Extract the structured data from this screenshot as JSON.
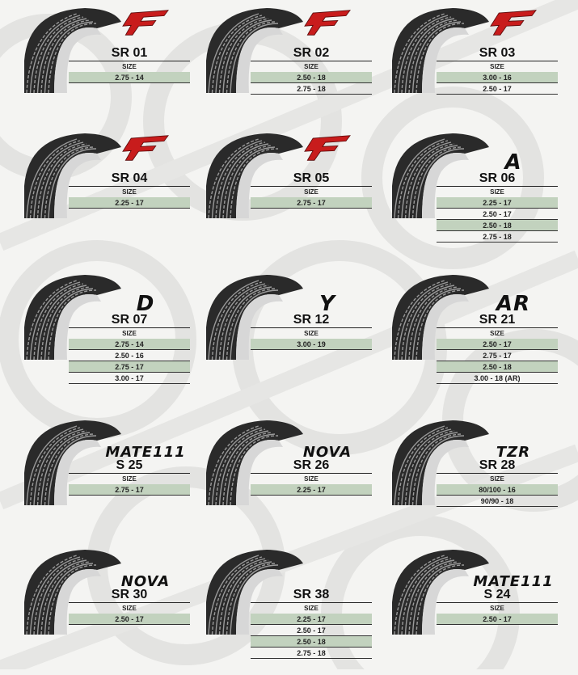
{
  "catalog": {
    "size_header": "SIZE",
    "rows": [
      [
        {
          "logo": "F",
          "code": "SR 01",
          "sizes": [
            "2.75 - 14"
          ]
        },
        {
          "logo": "F",
          "code": "SR 02",
          "sizes": [
            "2.50 - 18",
            "2.75 - 18"
          ]
        },
        {
          "logo": "F",
          "code": "SR 03",
          "sizes": [
            "3.00 - 16",
            "2.50 - 17"
          ]
        }
      ],
      [
        {
          "logo": "F",
          "code": "SR 04",
          "sizes": [
            "2.25 - 17"
          ]
        },
        {
          "logo": "F",
          "code": "SR 05",
          "sizes": [
            "2.75 - 17"
          ]
        },
        {
          "logo": "A",
          "code": "SR 06",
          "sizes": [
            "2.25 - 17",
            "2.50 - 17",
            "2.50 - 18",
            "2.75 - 18"
          ]
        }
      ],
      [
        {
          "logo": "D",
          "code": "SR 07",
          "sizes": [
            "2.75 - 14",
            "2.50 - 16",
            "2.75 - 17",
            "3.00 - 17"
          ]
        },
        {
          "logo": "Y",
          "code": "SR 12",
          "sizes": [
            "3.00 - 19"
          ]
        },
        {
          "logo": "AR",
          "code": "SR 21",
          "sizes": [
            "2.50 - 17",
            "2.75 - 17",
            "2.50 - 18",
            "3.00 - 18  (AR)"
          ]
        }
      ],
      [
        {
          "logo": "MATE111",
          "code": "S 25",
          "sizes": [
            "2.75 - 17"
          ]
        },
        {
          "logo": "NOVA",
          "code": "SR 26",
          "sizes": [
            "2.25 - 17"
          ]
        },
        {
          "logo": "TZR",
          "code": "SR 28",
          "sizes": [
            "80/100 - 16",
            "90/90 - 18"
          ]
        }
      ],
      [
        {
          "logo": "NOVA",
          "code": "SR 30",
          "sizes": [
            "2.50 - 17"
          ]
        },
        {
          "logo": "",
          "code": "SR 38",
          "sizes": [
            "2.25 - 17",
            "2.50 - 17",
            "2.50 - 18",
            "2.75 - 18"
          ]
        },
        {
          "logo": "MATE111",
          "code": "S 24",
          "sizes": [
            "2.50 - 17"
          ]
        }
      ]
    ]
  },
  "colors": {
    "shade_row": "#c2d2be",
    "f_logo": "#c81c1c",
    "tire": "#2a2a2a",
    "sidewall": "#d7d7d7"
  }
}
